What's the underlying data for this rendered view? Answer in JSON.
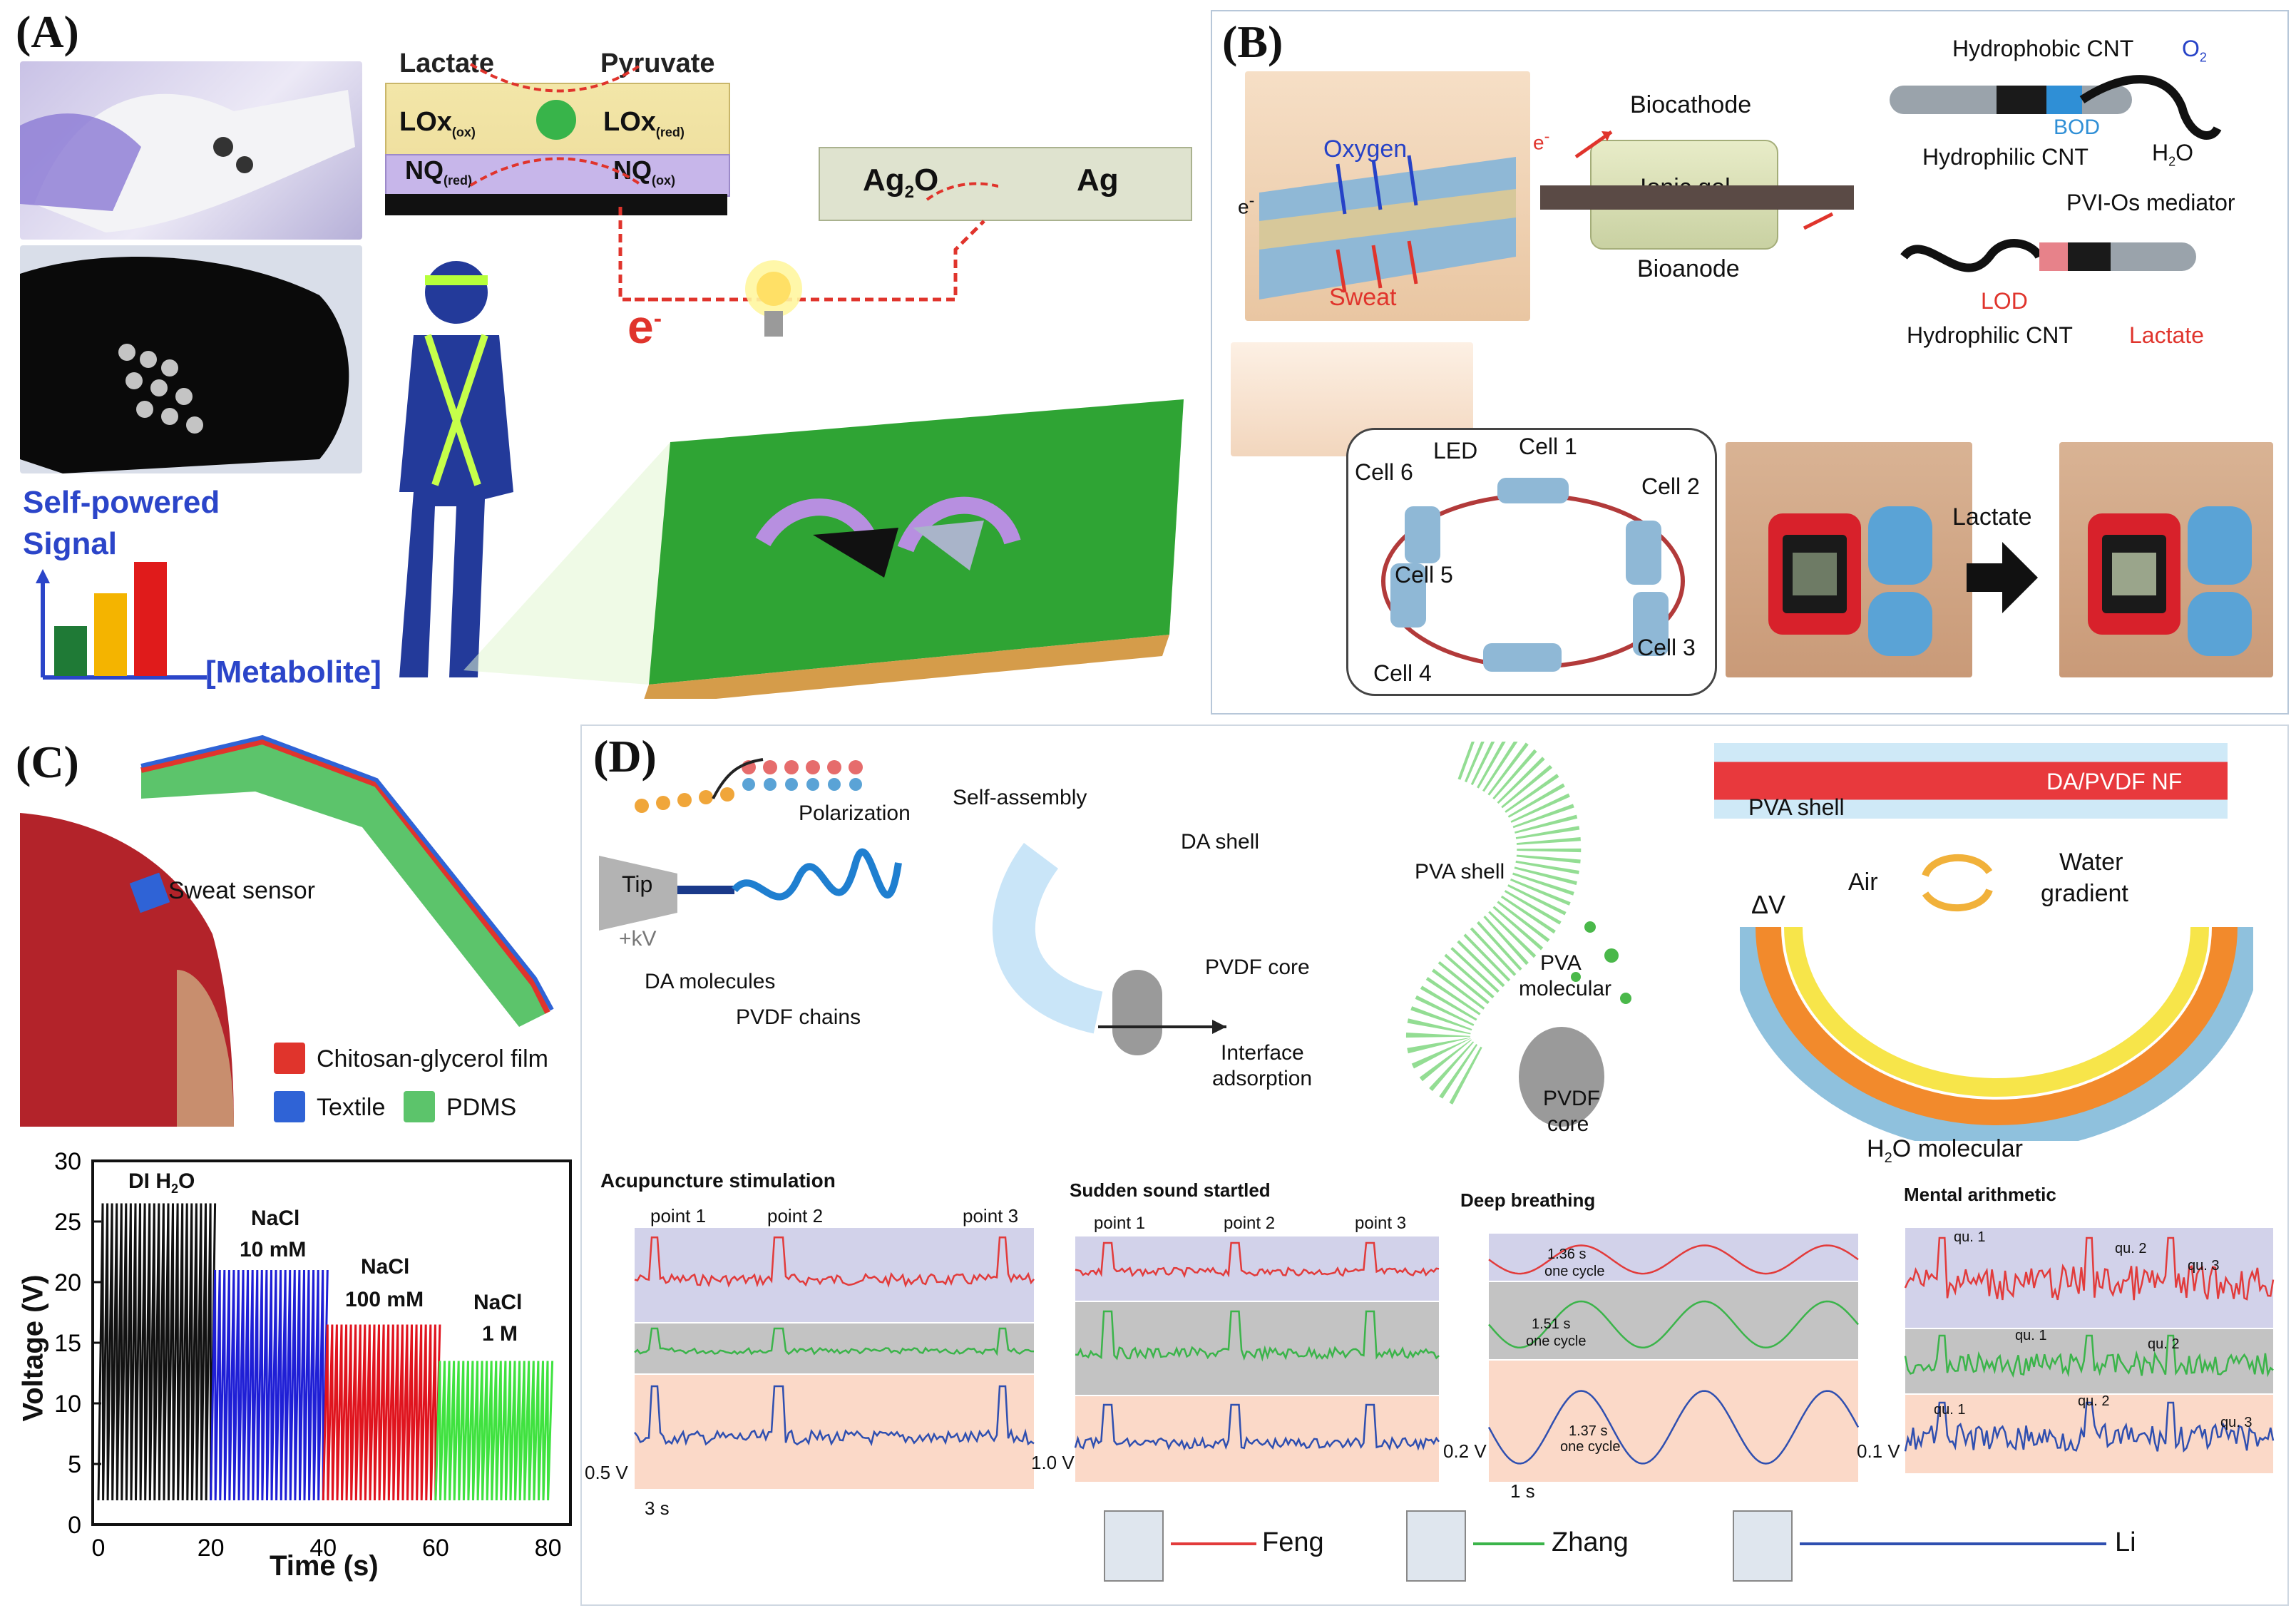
{
  "panels": {
    "A": {
      "label": "(A)",
      "scheme_top": {
        "left": "Lactate",
        "right": "Pyruvate"
      },
      "lox_ox": "LOx",
      "lox_ox_sub": "(ox)",
      "lox_red": "LOx",
      "lox_red_sub": "(red)",
      "nq_red": "NQ",
      "nq_red_sub": "(red)",
      "nq_ox": "NQ",
      "nq_ox_sub": "(ox)",
      "ag2o": "Ag",
      "ag2o_sub": "2",
      "ag2o_tail": "O",
      "ag": "Ag",
      "electron": "e",
      "electron_sup": "-",
      "self_powered": "Self-powered",
      "signal": "Signal",
      "metabolite": "[Metabolite]",
      "bar_values": [
        0.25,
        0.55,
        0.85
      ]
    },
    "B": {
      "label": "(B)",
      "oxygen": "Oxygen",
      "sweat": "Sweat",
      "e": "e",
      "biocathode": "Biocathode",
      "bioanode": "Bioanode",
      "ionic_gel": "Ionic gel",
      "hydrophobic_cnt": "Hydrophobic CNT",
      "o2": "O",
      "o2_sub": "2",
      "bod": "BOD",
      "hydrophilic_cnt_top": "Hydrophilic CNT",
      "h2o": "H",
      "h2o_sub": "2",
      "h2o_tail": "O",
      "pvi": "PVI-Os mediator",
      "lod": "LOD",
      "hydrophilic_cnt_bottom": "Hydrophilic CNT",
      "lactate": "Lactate",
      "led": "LED",
      "cells": [
        "Cell 1",
        "Cell 2",
        "Cell 3",
        "Cell 4",
        "Cell 5",
        "Cell 6"
      ],
      "lactate_arrow": "Lactate"
    },
    "C": {
      "label": "(C)",
      "sweat_sensor": "Sweat sensor",
      "legend": [
        {
          "label": "Chitosan-glycerol film",
          "color": "#e0342c"
        },
        {
          "label": "Textile",
          "color": "#2f63d6"
        },
        {
          "label": "PDMS",
          "color": "#5cc46b"
        }
      ],
      "chart": {
        "xlabel": "Time (s)",
        "ylabel": "Voltage (V)",
        "xticks": [
          "0",
          "20",
          "40",
          "60",
          "80"
        ],
        "yticks": [
          "0",
          "5",
          "10",
          "15",
          "20",
          "25",
          "30"
        ],
        "segments": [
          {
            "label_line1": "DI H",
            "label_sub": "2",
            "label_tail": "O",
            "label_line2": "",
            "color": "#111111"
          },
          {
            "label_line1": "NaCl",
            "label_sub": "",
            "label_tail": "",
            "label_line2": "10 mM",
            "color": "#1f1fd6"
          },
          {
            "label_line1": "NaCl",
            "label_sub": "",
            "label_tail": "",
            "label_line2": "100 mM",
            "color": "#e0141e"
          },
          {
            "label_line1": "NaCl",
            "label_sub": "",
            "label_tail": "",
            "label_line2": "1 M",
            "color": "#3fe23f"
          }
        ]
      }
    },
    "D": {
      "label": "(D)",
      "polarization": "Polarization",
      "self_assembly": "Self-assembly",
      "tip": "Tip",
      "kv": "+kV",
      "da_shell": "DA shell",
      "pvdf_core": "PVDF core",
      "da_molecules": "DA molecules",
      "pvdf_chains": "PVDF chains",
      "interface_adsorption_1": "Interface",
      "interface_adsorption_2": "adsorption",
      "pva_shell": "PVA shell",
      "pva_molecular_1": "PVA",
      "pva_molecular_2": "molecular",
      "pvdf_core2_1": "PVDF",
      "pvdf_core2_2": "core",
      "da_pvdf_nf": "DA/PVDF NF",
      "pva_shell_top": "PVA shell",
      "delta_v": "ΔV",
      "air": "Air",
      "water_gradient_1": "Water",
      "water_gradient_2": "gradient",
      "h2o_molecular": "H",
      "h2o_molecular_sub": "2",
      "h2o_molecular_tail": "O molecular",
      "signal_panels": [
        {
          "title": "Acupuncture stimulation",
          "points": [
            "point 1",
            "point 2",
            "point 3"
          ],
          "scale_v": "0.5 V",
          "scale_t": "3 s"
        },
        {
          "title": "Sudden sound startled",
          "points": [
            "point 1",
            "point 2",
            "point 3"
          ],
          "scale_v": "1.0 V",
          "scale_t": ""
        },
        {
          "title": "Deep breathing",
          "points": [
            "1.36 s",
            "one cycle",
            "1.51 s",
            "one cycle",
            "1.37 s",
            "one cycle"
          ],
          "scale_v": "0.2 V",
          "scale_t": "1 s"
        },
        {
          "title": "Mental arithmetic",
          "points": [
            "qu. 1",
            "qu. 2",
            "qu. 3",
            "qu. 1",
            "qu. 2",
            "qu. 1",
            "qu. 2",
            "qu. 3"
          ],
          "scale_v": "0.1 V",
          "scale_t": ""
        }
      ],
      "people": [
        {
          "name": "Feng",
          "color": "#e23b3b"
        },
        {
          "name": "Zhang",
          "color": "#3bb44a"
        },
        {
          "name": "Li",
          "color": "#2f4fb0"
        }
      ]
    }
  }
}
